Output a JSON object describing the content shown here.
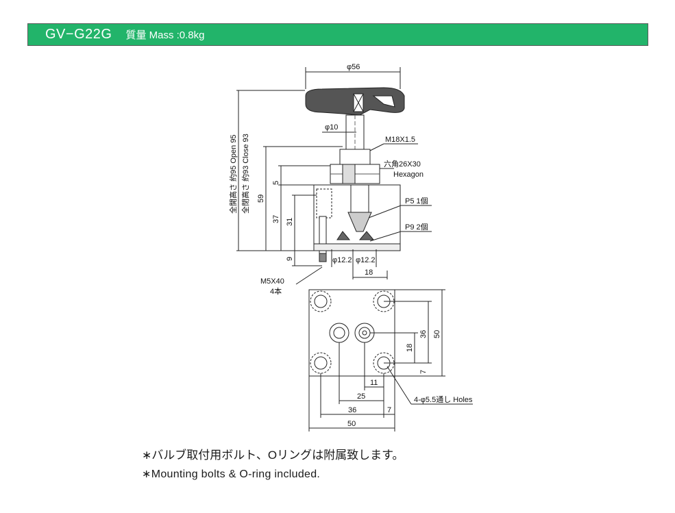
{
  "header": {
    "model": "GV−G22G",
    "mass": "質量 Mass :0.8kg",
    "background_color": "#22b46a"
  },
  "dimensions": {
    "phi56": "φ56",
    "phi10": "φ10",
    "m18": "M18X1.5",
    "hex_jp": "六角26X30",
    "hex_en": "Hexagon",
    "p5": "P5 1個",
    "p9": "P9 2個",
    "open": "全開高さ 約95 Open 95",
    "close": "全閉高さ 約93 Close 93",
    "d59": "59",
    "d37": "37",
    "d31": "31",
    "d5": "5",
    "d9": "9",
    "phi12_a": "φ12.2",
    "phi12_b": "φ12.2",
    "d18_top": "18",
    "m5": "M5X40",
    "m5_qty": "4本",
    "d36_right": "36",
    "d50_right": "50",
    "d18_right": "18",
    "d7_right": "7",
    "d11": "11",
    "d25": "25",
    "d36_bottom": "36",
    "d7_bottom": "7",
    "d50_bottom": "50",
    "holes": "4-φ5.5通し Holes"
  },
  "notes": {
    "line1": "∗バルブ取付用ボルト、Oリングは附属致します。",
    "line2": "∗Mounting bolts & O-ring included."
  }
}
